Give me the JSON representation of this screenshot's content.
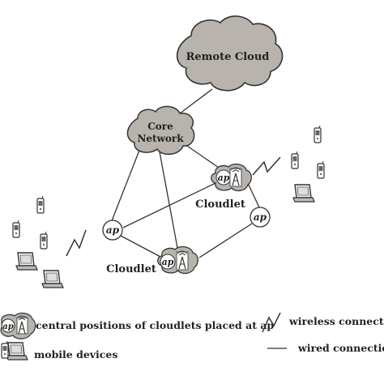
{
  "nodes": {
    "remote_cloud": "Remote Cloud",
    "core_network_line1": "Core",
    "core_network_line2": "Network",
    "ap_left": "ap",
    "ap_right": "ap",
    "ap_cloudlet_top": "ap",
    "ap_cloudlet_bottom": "ap",
    "cloudlet_top_label": "Cloudlet",
    "cloudlet_bottom_label": "Cloudlet"
  },
  "legend": {
    "cloudlet_ap_symbol": "ap",
    "cloudlet_ap_desc": "central positions of cloudlets placed at ap",
    "mobile_devices": "mobile devices",
    "wireless": "wireless connection",
    "wired": "wired connection"
  }
}
